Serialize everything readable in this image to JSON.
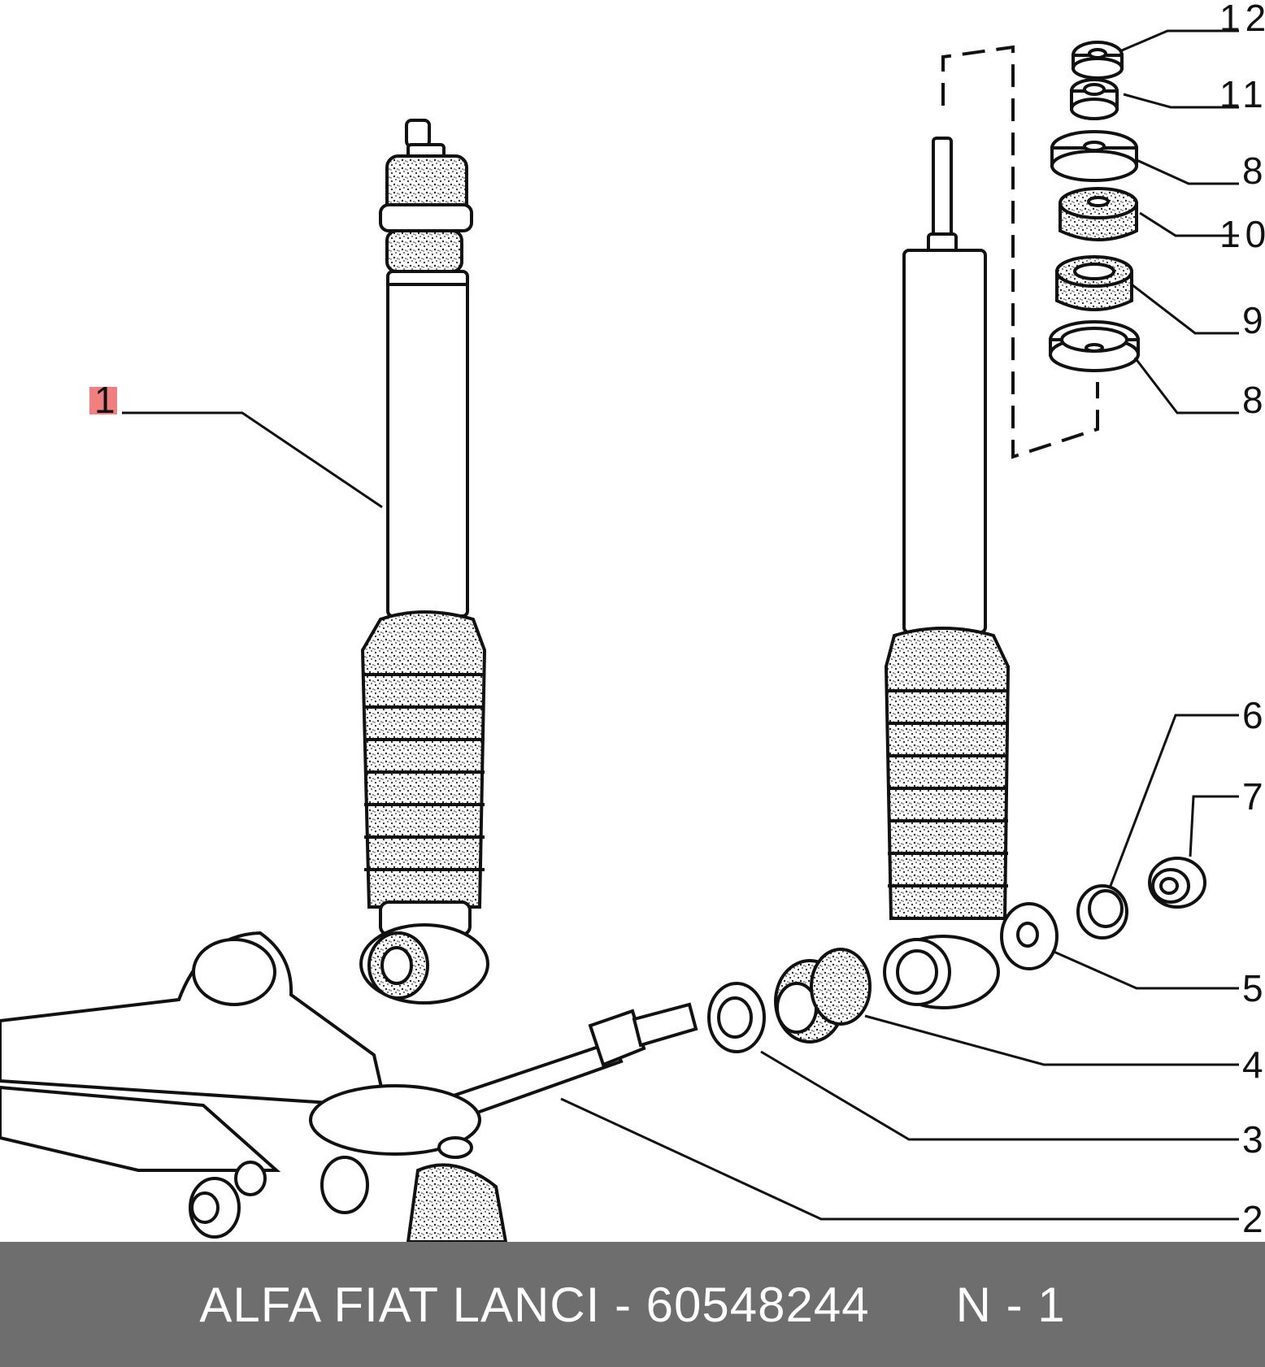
{
  "diagram": {
    "callouts": [
      "1",
      "2",
      "3",
      "4",
      "5",
      "6",
      "7",
      "8",
      "8",
      "9",
      "10",
      "11",
      "12"
    ],
    "highlighted_callout": "1",
    "highlight_color": "#f08080"
  },
  "footer": {
    "caption_left": "ALFA FIAT LANCI - 60548244",
    "caption_right": "N - 1",
    "background_color": "#6e6e6e"
  }
}
